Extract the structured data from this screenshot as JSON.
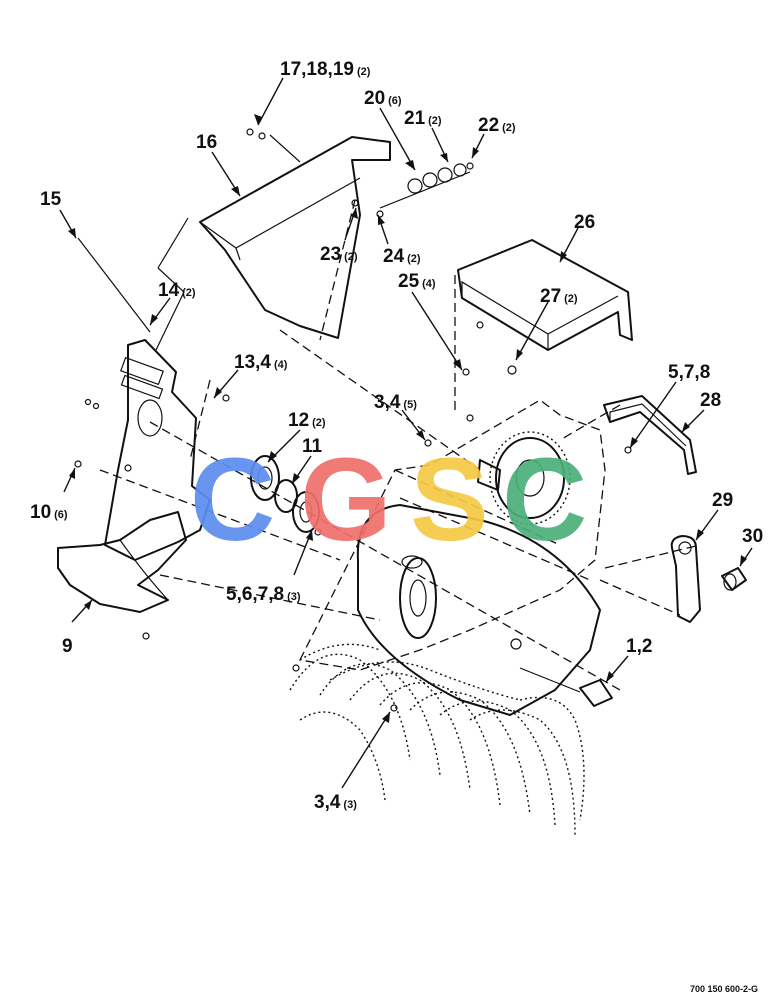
{
  "callouts": [
    {
      "num": "17,18,19",
      "qty": "(2)"
    },
    {
      "num": "20",
      "qty": "(6)"
    },
    {
      "num": "21",
      "qty": "(2)"
    },
    {
      "num": "22",
      "qty": "(2)"
    },
    {
      "num": "16",
      "qty": ""
    },
    {
      "num": "15",
      "qty": ""
    },
    {
      "num": "23",
      "qty": "(2)"
    },
    {
      "num": "24",
      "qty": "(2)"
    },
    {
      "num": "26",
      "qty": ""
    },
    {
      "num": "25",
      "qty": "(4)"
    },
    {
      "num": "14",
      "qty": "(2)"
    },
    {
      "num": "27",
      "qty": "(2)"
    },
    {
      "num": "13,4",
      "qty": "(4)"
    },
    {
      "num": "5,7,8",
      "qty": ""
    },
    {
      "num": "3,4",
      "qty": "(5)"
    },
    {
      "num": "28",
      "qty": ""
    },
    {
      "num": "12",
      "qty": "(2)"
    },
    {
      "num": "11",
      "qty": ""
    },
    {
      "num": "10",
      "qty": "(6)"
    },
    {
      "num": "29",
      "qty": ""
    },
    {
      "num": "30",
      "qty": ""
    },
    {
      "num": "5,6,7,8",
      "qty": "(3)"
    },
    {
      "num": "9",
      "qty": ""
    },
    {
      "num": "1,2",
      "qty": ""
    },
    {
      "num": "3,4",
      "qty": "(3)"
    }
  ],
  "watermark": {
    "letters": [
      {
        "char": "C",
        "color": "#5b8def"
      },
      {
        "char": "G",
        "color": "#ef6f6a"
      },
      {
        "char": "S",
        "color": "#f6c945"
      },
      {
        "char": "C",
        "color": "#4caf7a"
      }
    ]
  },
  "figure_number": "700 150 600-2-G"
}
